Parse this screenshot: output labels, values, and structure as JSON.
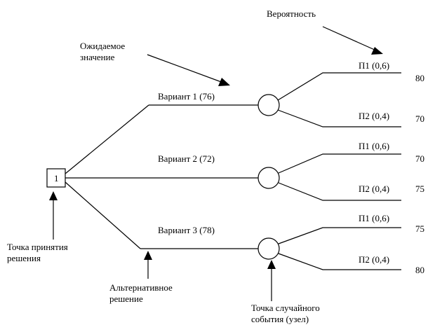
{
  "labels": {
    "probability": "Вероятность",
    "expected_value_line1": "Ожидаемое",
    "expected_value_line2": "значение",
    "decision_point_line1": "Точка принятия",
    "decision_point_line2": "решения",
    "alternative_line1": "Альтернативное",
    "alternative_line2": "решение",
    "chance_event_line1": "Точка случайного",
    "chance_event_line2": "события (узел)"
  },
  "decision_node": {
    "label": "1"
  },
  "variants": [
    {
      "label": "Вариант 1   (76)",
      "outcomes": [
        {
          "label": "П1 (0,6)",
          "value": "80"
        },
        {
          "label": "П2 (0,4)",
          "value": "70"
        }
      ]
    },
    {
      "label": "Вариант 2   (72)",
      "outcomes": [
        {
          "label": "П1 (0,6)",
          "value": "70"
        },
        {
          "label": "П2 (0,4)",
          "value": "75"
        }
      ]
    },
    {
      "label": "Вариант 3 (78)",
      "outcomes": [
        {
          "label": "П1 (0,6)",
          "value": "75"
        },
        {
          "label": "П2 (0,4)",
          "value": "80"
        }
      ]
    }
  ]
}
